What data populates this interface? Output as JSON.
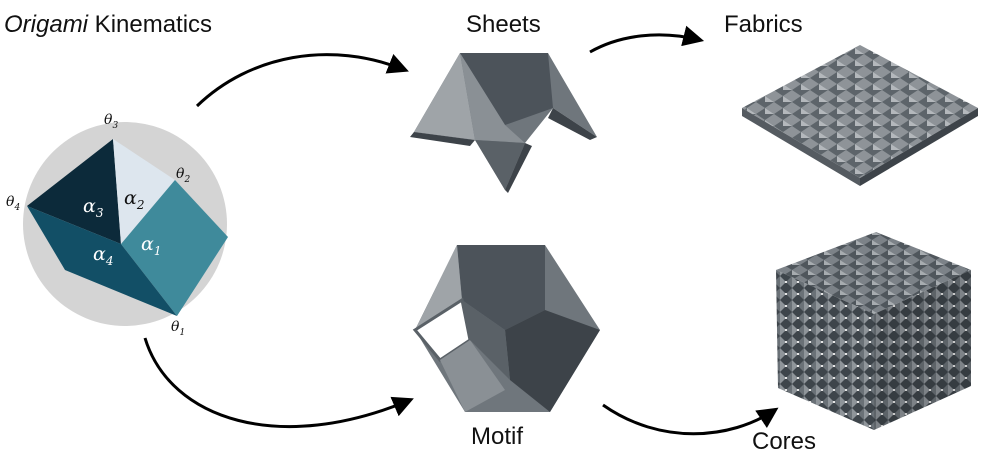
{
  "title": {
    "italic": "Origami",
    "rest": " Kinematics"
  },
  "labels": {
    "sheets": "Sheets",
    "fabrics": "Fabrics",
    "motif": "Motif",
    "cores": "Cores"
  },
  "vertex_diagram": {
    "angles": [
      {
        "sym": "α",
        "sub": "1"
      },
      {
        "sym": "α",
        "sub": "2"
      },
      {
        "sym": "α",
        "sub": "3"
      },
      {
        "sym": "α",
        "sub": "4"
      }
    ],
    "thetas": [
      {
        "sym": "θ",
        "sub": "1"
      },
      {
        "sym": "θ",
        "sub": "2"
      },
      {
        "sym": "θ",
        "sub": "3"
      },
      {
        "sym": "θ",
        "sub": "4"
      }
    ]
  },
  "colors": {
    "circle": "#d4d4d4",
    "face_dark": "#0c2a3a",
    "face_light": "#dde6ee",
    "face_mid": "#3f8a9b",
    "face_deep": "#124f66",
    "metal_light": "#9fa4a8",
    "metal_mid": "#6f767c",
    "metal_dark": "#4c535a",
    "arrow": "#000000"
  }
}
